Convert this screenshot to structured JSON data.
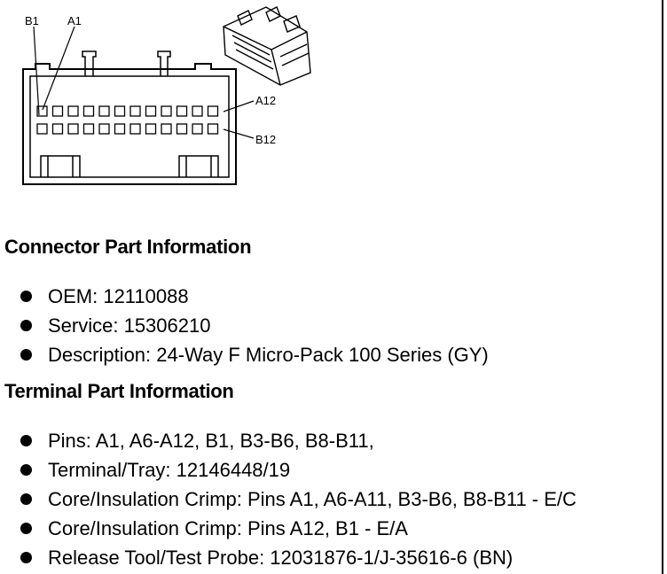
{
  "diagram": {
    "labels": {
      "b1": "B1",
      "a1": "A1",
      "a12": "A12",
      "b12": "B12"
    }
  },
  "connector_section": {
    "heading": "Connector Part Information",
    "items": [
      "OEM: 12110088",
      "Service: 15306210",
      "Description: 24-Way F Micro-Pack 100 Series (GY)"
    ]
  },
  "terminal_section": {
    "heading": "Terminal Part Information",
    "items": [
      "Pins: A1, A6-A12, B1, B3-B6, B8-B11,",
      "Terminal/Tray: 12146448/19",
      "Core/Insulation Crimp: Pins A1, A6-A11, B3-B6, B8-B11 - E/C",
      "Core/Insulation Crimp: Pins A12, B1 - E/A",
      "Release Tool/Test Probe: 12031876-1/J-35616-6 (BN)"
    ]
  }
}
